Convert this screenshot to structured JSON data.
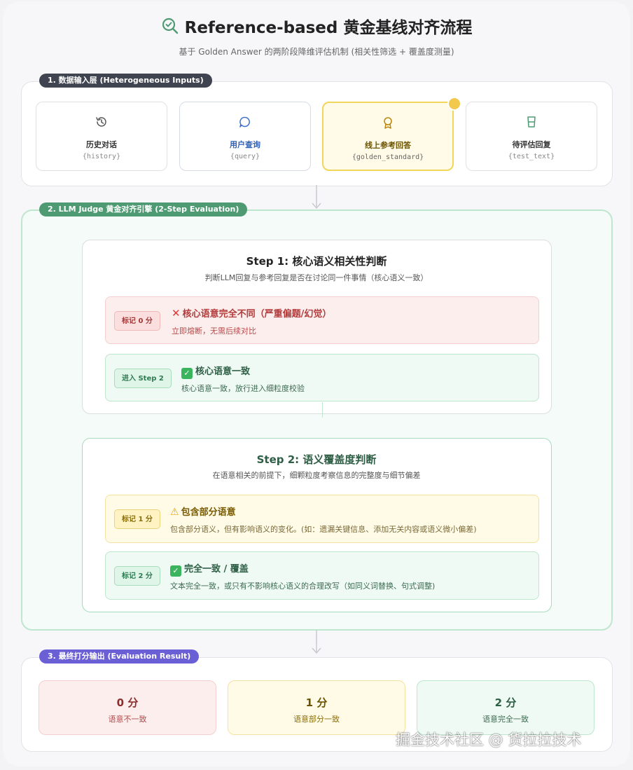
{
  "header": {
    "title": "Reference-based 黄金基线对齐流程",
    "subtitle": "基于 Golden Answer 的两阶段降维评估机制 (相关性筛选 + 覆盖度测量)"
  },
  "sections": {
    "inputs_label": "1. 数据输入层 (Heterogeneous Inputs)",
    "judge_label": "2. LLM Judge 黄金对齐引擎 (2-Step Evaluation)",
    "output_label": "3. 最终打分输出 (Evaluation Result)"
  },
  "inputs": [
    {
      "icon": "history-icon",
      "label": "历史对话",
      "var": "{history}"
    },
    {
      "icon": "chat-bubble-icon",
      "label": "用户查询",
      "var": "{query}"
    },
    {
      "icon": "award-ribbon-icon",
      "label": "线上参考回答",
      "var": "{golden_standard}"
    },
    {
      "icon": "beaker-icon",
      "label": "待评估回复",
      "var": "{test_text}"
    }
  ],
  "step1": {
    "title": "Step 1: 核心语义相关性判断",
    "desc": "判断LLM回复与参考回复是否在讨论同一件事情（核心语义一致）",
    "options": [
      {
        "badge": "标记 0 分",
        "emoji": "❌",
        "title": "核心语意完全不同（严重偏题/幻觉）",
        "desc": "立即熔断，无需后续对比"
      },
      {
        "badge": "进入 Step 2",
        "emoji": "✅",
        "title": "核心语意一致",
        "desc": "核心语意一致，放行进入细粒度校验"
      }
    ]
  },
  "step2": {
    "title": "Step 2: 语义覆盖度判断",
    "desc": "在语意相关的前提下，细颗粒度考察信息的完整度与细节偏差",
    "options": [
      {
        "badge": "标记 1 分",
        "emoji": "⚠️",
        "title": "包含部分语意",
        "desc": "包含部分语义，但有影响语义的变化。(如：遗漏关键信息、添加无关内容或语义微小偏差)"
      },
      {
        "badge": "标记 2 分",
        "emoji": "✅",
        "title": "完全一致 / 覆盖",
        "desc": "文本完全一致，或只有不影响核心语义的合理改写（如同义词替换、句式调整)"
      }
    ]
  },
  "scores": [
    {
      "value": "0 分",
      "label": "语意不一致"
    },
    {
      "value": "1 分",
      "label": "语意部分一致"
    },
    {
      "value": "2 分",
      "label": "语意完全一致"
    }
  ],
  "watermark": "掘金技术社区 @ 货拉拉技术",
  "colors": {
    "dark_label": "#3f4450",
    "green_label": "#4e9b73",
    "purple_label": "#6b5fd6",
    "red_bg": "#fdeeee",
    "green_bg": "#eefaf3",
    "yellow_bg": "#fffbe6"
  }
}
